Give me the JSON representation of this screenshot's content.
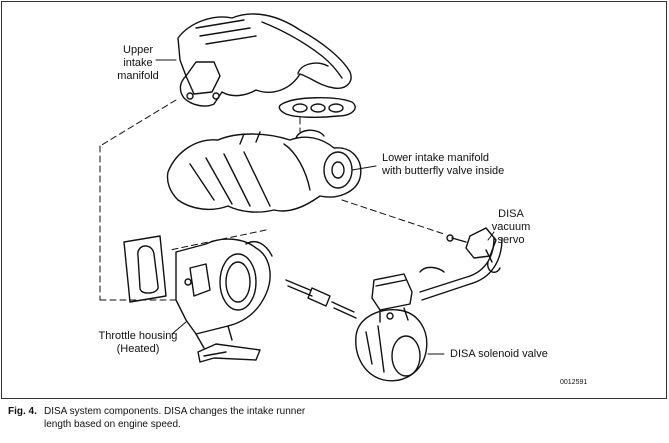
{
  "labels": {
    "upper_manifold": [
      "Upper",
      "intake",
      "manifold"
    ],
    "lower_manifold": [
      "Lower intake manifold",
      "with butterfly valve inside"
    ],
    "vacuum_servo": [
      "DISA",
      "vacuum",
      "servo"
    ],
    "throttle_housing": [
      "Throttle housing",
      "(Heated)"
    ],
    "solenoid_valve": "DISA solenoid valve"
  },
  "doc_id": "0012591",
  "caption": {
    "figure_number": "Fig. 4.",
    "line1": "DISA system components. DISA changes the intake runner",
    "line2": "length based on engine speed."
  }
}
